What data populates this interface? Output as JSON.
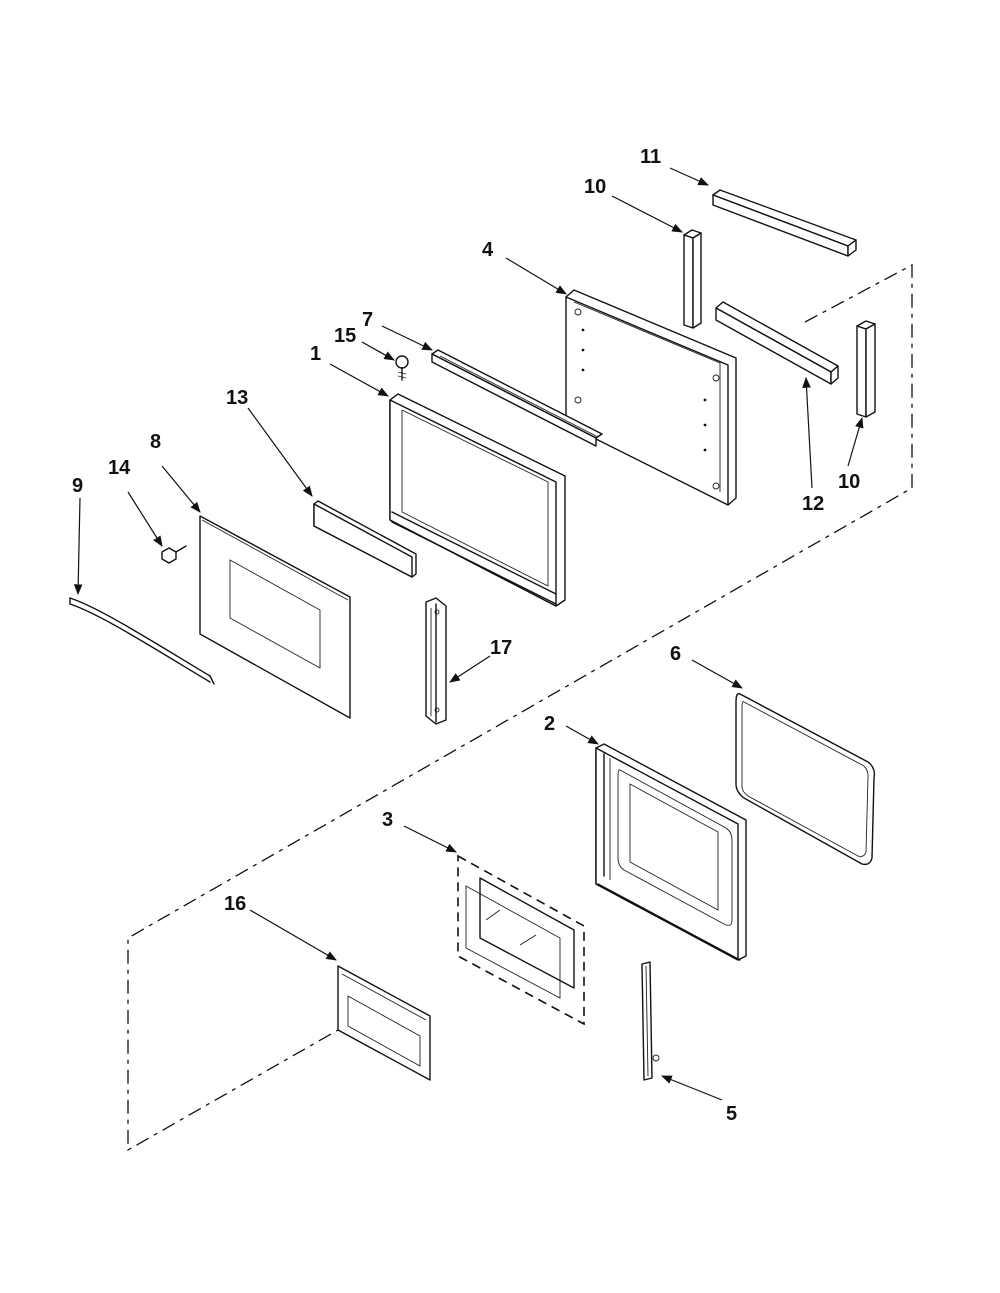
{
  "diagram": {
    "type": "exploded-parts-view",
    "callouts": [
      "1",
      "2",
      "3",
      "4",
      "5",
      "6",
      "7",
      "8",
      "9",
      "10",
      "10",
      "11",
      "12",
      "13",
      "14",
      "15",
      "16",
      "17"
    ]
  }
}
